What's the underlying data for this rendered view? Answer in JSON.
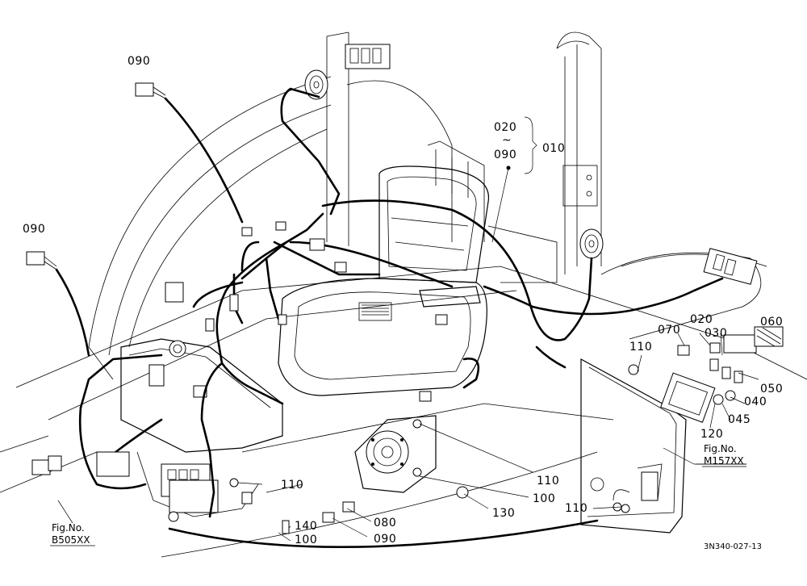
{
  "callouts": [
    {
      "id": "c090-top",
      "text": "090"
    },
    {
      "id": "c090-left",
      "text": "090"
    },
    {
      "id": "c020-a",
      "text": "020"
    },
    {
      "id": "c-tilde",
      "text": "~"
    },
    {
      "id": "c090-mid",
      "text": "090"
    },
    {
      "id": "c010",
      "text": "010"
    },
    {
      "id": "c110-a",
      "text": "110"
    },
    {
      "id": "c070",
      "text": "070"
    },
    {
      "id": "c020-b",
      "text": "020"
    },
    {
      "id": "c030",
      "text": "030"
    },
    {
      "id": "c060",
      "text": "060"
    },
    {
      "id": "c050",
      "text": "050"
    },
    {
      "id": "c040",
      "text": "040"
    },
    {
      "id": "c045",
      "text": "045"
    },
    {
      "id": "c120",
      "text": "120"
    },
    {
      "id": "c110-b",
      "text": "110"
    },
    {
      "id": "c110-c",
      "text": "110"
    },
    {
      "id": "c100-a",
      "text": "100"
    },
    {
      "id": "c130",
      "text": "130"
    },
    {
      "id": "c110-d",
      "text": "110"
    },
    {
      "id": "c080",
      "text": "080"
    },
    {
      "id": "c140",
      "text": "140"
    },
    {
      "id": "c090-bot",
      "text": "090"
    },
    {
      "id": "c100-b",
      "text": "100"
    }
  ],
  "figure_refs": [
    {
      "label": "Fig.No.",
      "number": "M157XX"
    },
    {
      "label": "Fig.No.",
      "number": "B505XX"
    }
  ],
  "drawing_number": "3N340-027-13"
}
